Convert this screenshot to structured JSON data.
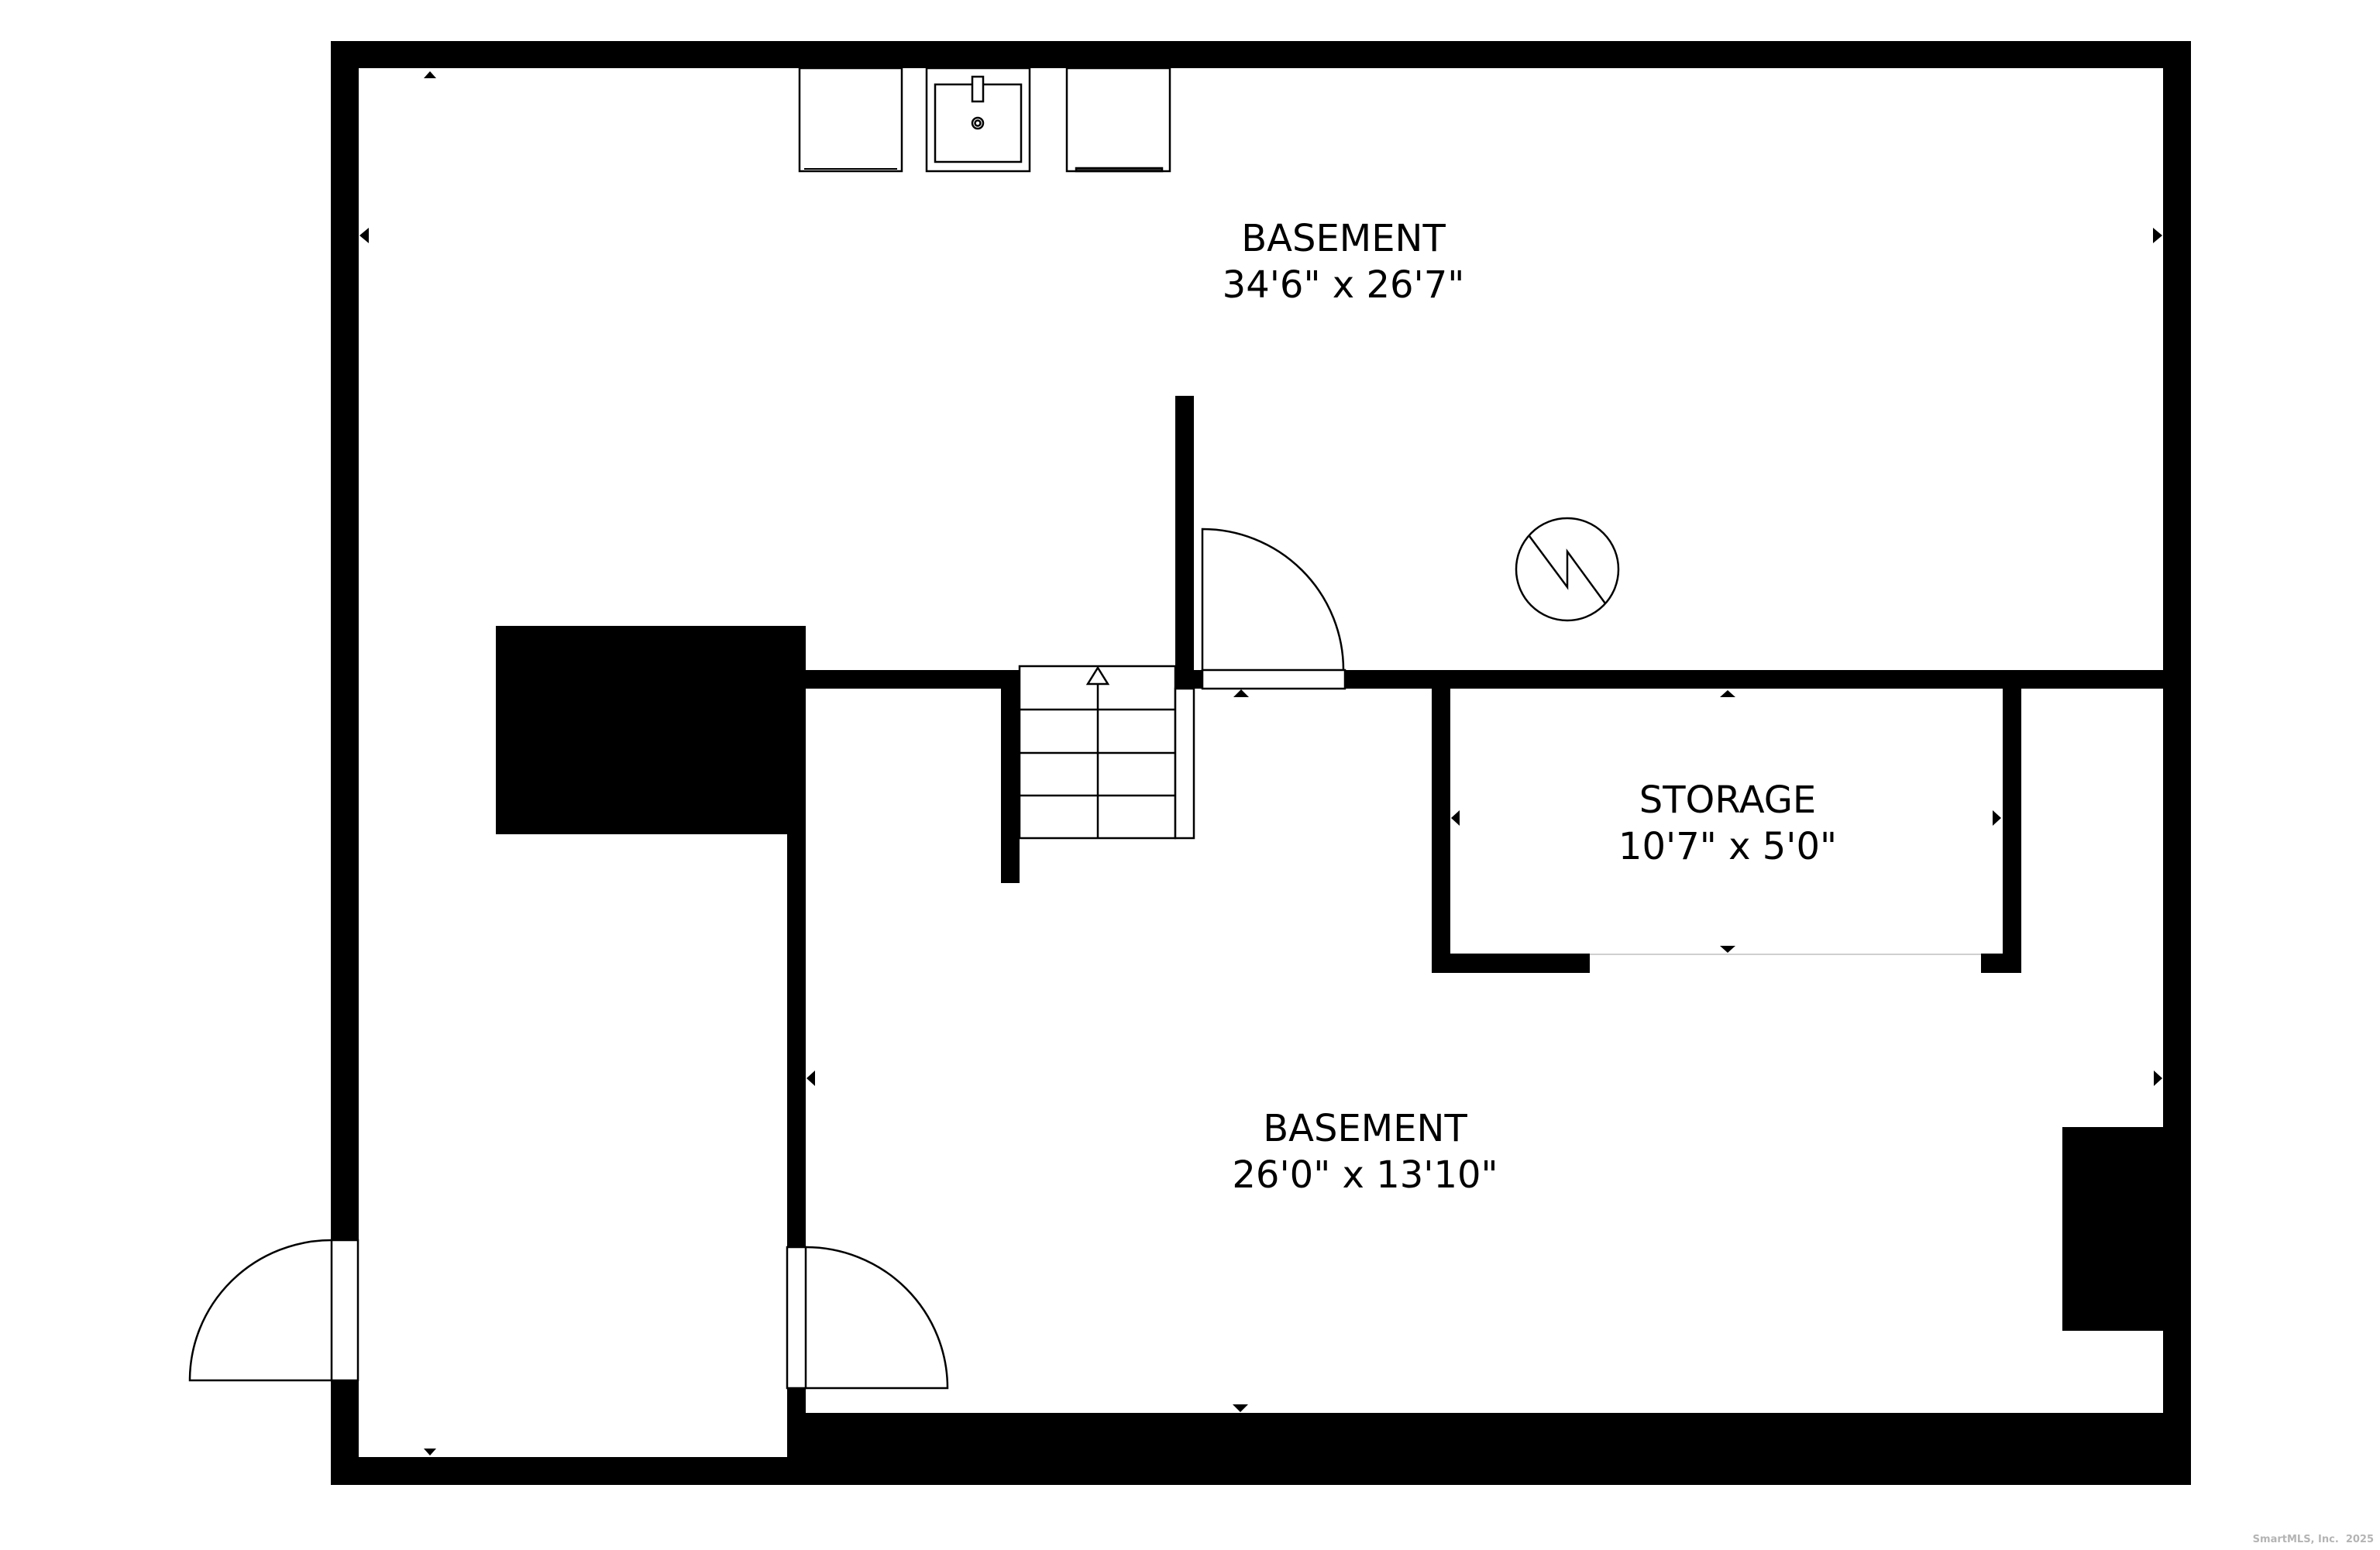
{
  "floorplan": {
    "colors": {
      "wall": "#000000",
      "background": "#ffffff",
      "watermark": "#b4b4b4"
    },
    "rooms": [
      {
        "id": "basement-upper",
        "name": "BASEMENT",
        "dimensions": "34'6\" x 26'7\""
      },
      {
        "id": "storage",
        "name": "STORAGE",
        "dimensions": "10'7\" x 5'0\""
      },
      {
        "id": "basement-lower",
        "name": "BASEMENT",
        "dimensions": "26'0\" x 13'10\""
      }
    ],
    "fixtures": [
      {
        "type": "washer",
        "icon": "washer-icon"
      },
      {
        "type": "sink",
        "icon": "sink-icon"
      },
      {
        "type": "dryer",
        "icon": "dryer-icon"
      },
      {
        "type": "electrical-panel",
        "icon": "electrical-panel-icon"
      },
      {
        "type": "stairs",
        "icon": "stairs-up-icon",
        "direction": "up"
      }
    ],
    "doors": [
      {
        "id": "interior-door-hallway",
        "icon": "door-swing-icon"
      },
      {
        "id": "exterior-door-left",
        "icon": "door-swing-icon"
      },
      {
        "id": "interior-door-lower",
        "icon": "door-swing-icon"
      }
    ]
  },
  "watermark": "SmartMLS, Inc.  2025"
}
